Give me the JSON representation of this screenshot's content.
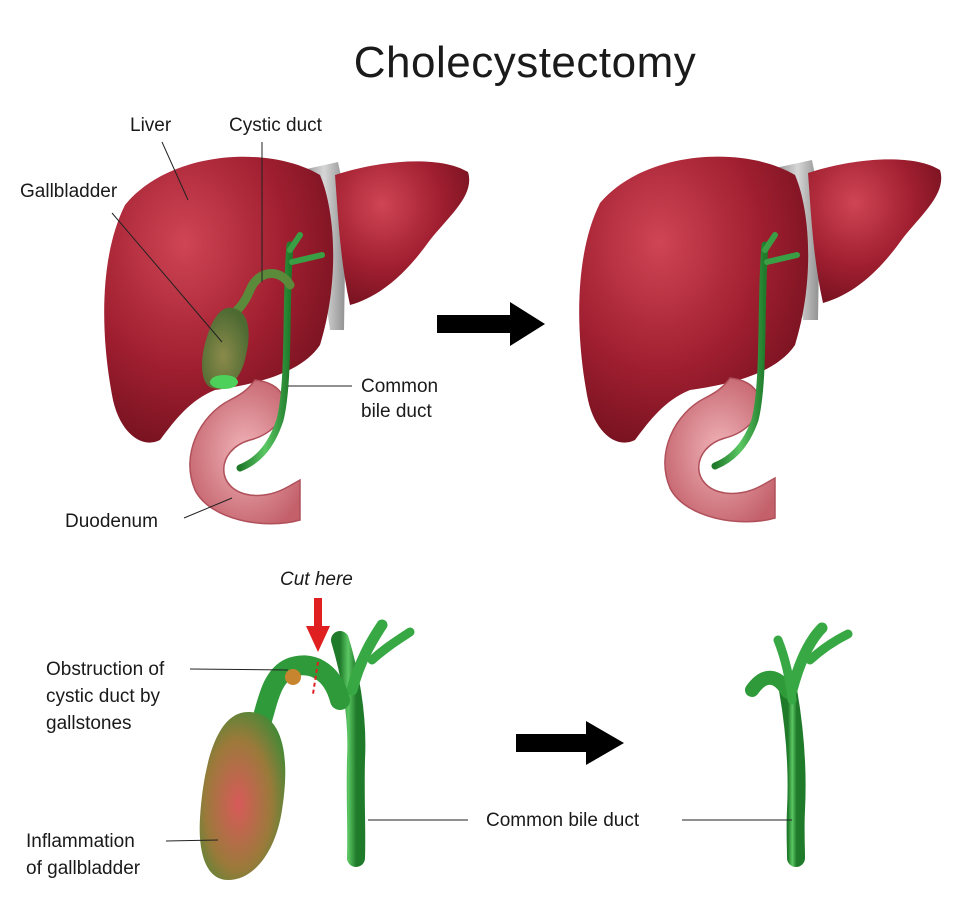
{
  "title": "Cholecystectomy",
  "labels": {
    "liver": "Liver",
    "cystic_duct": "Cystic duct",
    "gallbladder": "Gallbladder",
    "common_bile_duct": [
      "Common",
      "bile duct"
    ],
    "duodenum": "Duodenum",
    "cut_here": "Cut here",
    "obstruction": [
      "Obstruction of",
      "cystic duct by",
      "gallstones"
    ],
    "inflammation": [
      "Inflammation",
      "of gallbladder"
    ],
    "common_bile_duct_bottom": "Common bile duct"
  },
  "colors": {
    "liver": "#9b1c2c",
    "liver_highlight": "#c93a4a",
    "ligament": "#a9a9a9",
    "duct": "#2f9a3a",
    "duct_light": "#55c25d",
    "duodenum": "#d9838a",
    "gallbladder": "#6a7a3a",
    "inflamed": "#c24a4a",
    "gallstone": "#c7852f",
    "cut_marker": "#e02020",
    "arrow": "#000000"
  }
}
